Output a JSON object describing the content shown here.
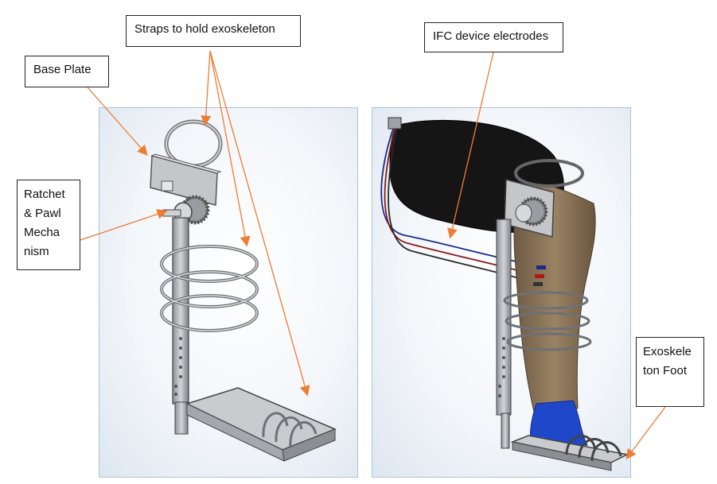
{
  "labels": {
    "straps": "Straps to hold exoskeleton",
    "base_plate": "Base Plate",
    "ratchet_pawl": "Ratchet & Pawl Mechanism",
    "ratchet_lines": [
      "Ratchet",
      "& Pawl",
      "Mecha",
      "nism"
    ],
    "ifc": "IFC device electrodes",
    "foot_lines": [
      "Exoskele",
      "ton Foot"
    ]
  },
  "colors": {
    "arrow": "#ed7d31",
    "panel_border": "#a9c4dc",
    "metal": "#b9bcc2",
    "metal_dark": "#6f7278",
    "thigh": "#141414",
    "leg": "#8a7258",
    "shoe": "#1f47c9",
    "wire_blue": "#1a2a8a",
    "wire_red": "#8a1a1a"
  }
}
